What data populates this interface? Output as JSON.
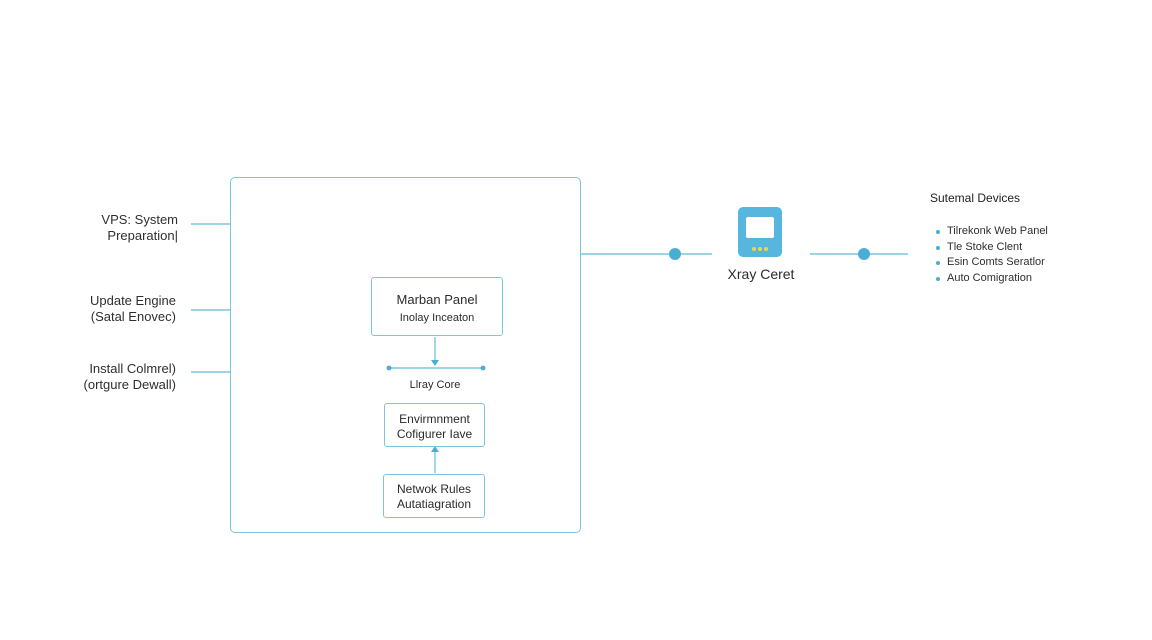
{
  "colors": {
    "line": "#7cc6dc",
    "accent": "#4aaed4",
    "device": "#56b6de",
    "indicator": "#f2d34c"
  },
  "left_labels": [
    {
      "line1": "VPS: System",
      "line2": "Preparation|"
    },
    {
      "line1": "Update Engine",
      "line2": "(Satal Enovec)"
    },
    {
      "line1": "Install Colmrel)",
      "line2": "(ortgure Dewall)"
    }
  ],
  "main_box": {
    "panel": {
      "title": "Marban Panel",
      "subtitle": "Inolay Inceaton"
    },
    "core_label": "Llray Core",
    "environment": {
      "line1": "Envirmnment",
      "line2": "Cofigurer Iave"
    },
    "network": {
      "line1": "Netwok Rules",
      "line2": "Autatiagration"
    }
  },
  "xray": {
    "label": "Xray Ceret",
    "icon": "monitor-device-icon"
  },
  "external": {
    "heading": "Sutemal Devices",
    "items": [
      "Tilrekonk Web Panel",
      "Tle Stoke Clent",
      "Esin Comts Seratlor",
      "Auto Comigration"
    ]
  }
}
